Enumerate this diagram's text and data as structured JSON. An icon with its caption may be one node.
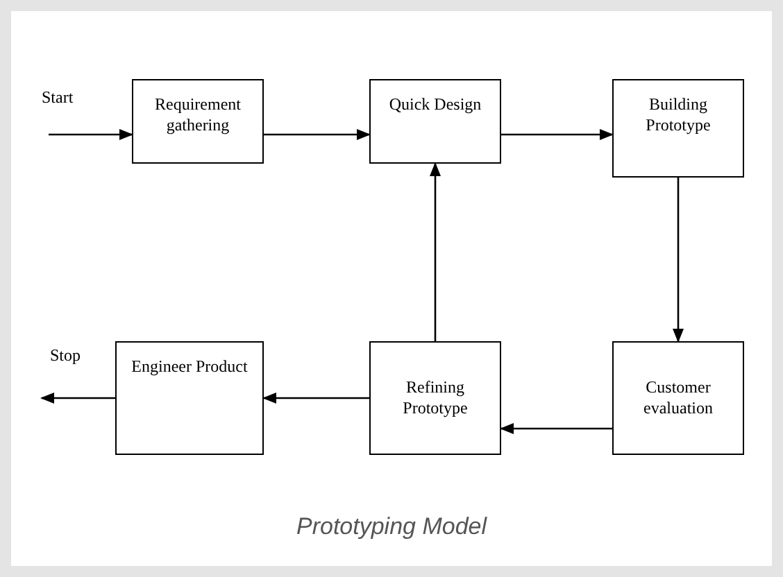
{
  "diagram": {
    "caption": "Prototyping Model",
    "nodes": [
      {
        "text": [
          "Start"
        ]
      },
      {
        "text": [
          "Requirement gathering"
        ]
      },
      {
        "text": [
          "Quick Design"
        ]
      },
      {
        "text": [
          "Building Prototype"
        ]
      },
      {
        "text": [
          "Customer evaluation"
        ]
      },
      {
        "text": [
          "Refining Prototype"
        ]
      },
      {
        "text": [
          "Engineer Product"
        ]
      },
      {
        "text": [
          "Stop"
        ]
      }
    ],
    "edges": [
      {
        "from": 0,
        "to": 1,
        "arrow": "to"
      },
      {
        "from": 1,
        "to": 2,
        "arrow": "to"
      },
      {
        "from": 2,
        "to": 3,
        "arrow": "to"
      },
      {
        "from": 3,
        "to": 4,
        "arrow": "to"
      },
      {
        "from": 4,
        "to": 5,
        "arrow": "to"
      },
      {
        "from": 5,
        "to": 2,
        "arrow": "to"
      },
      {
        "from": 5,
        "to": 6,
        "arrow": "to"
      },
      {
        "from": 6,
        "to": 7,
        "arrow": "to"
      }
    ]
  }
}
